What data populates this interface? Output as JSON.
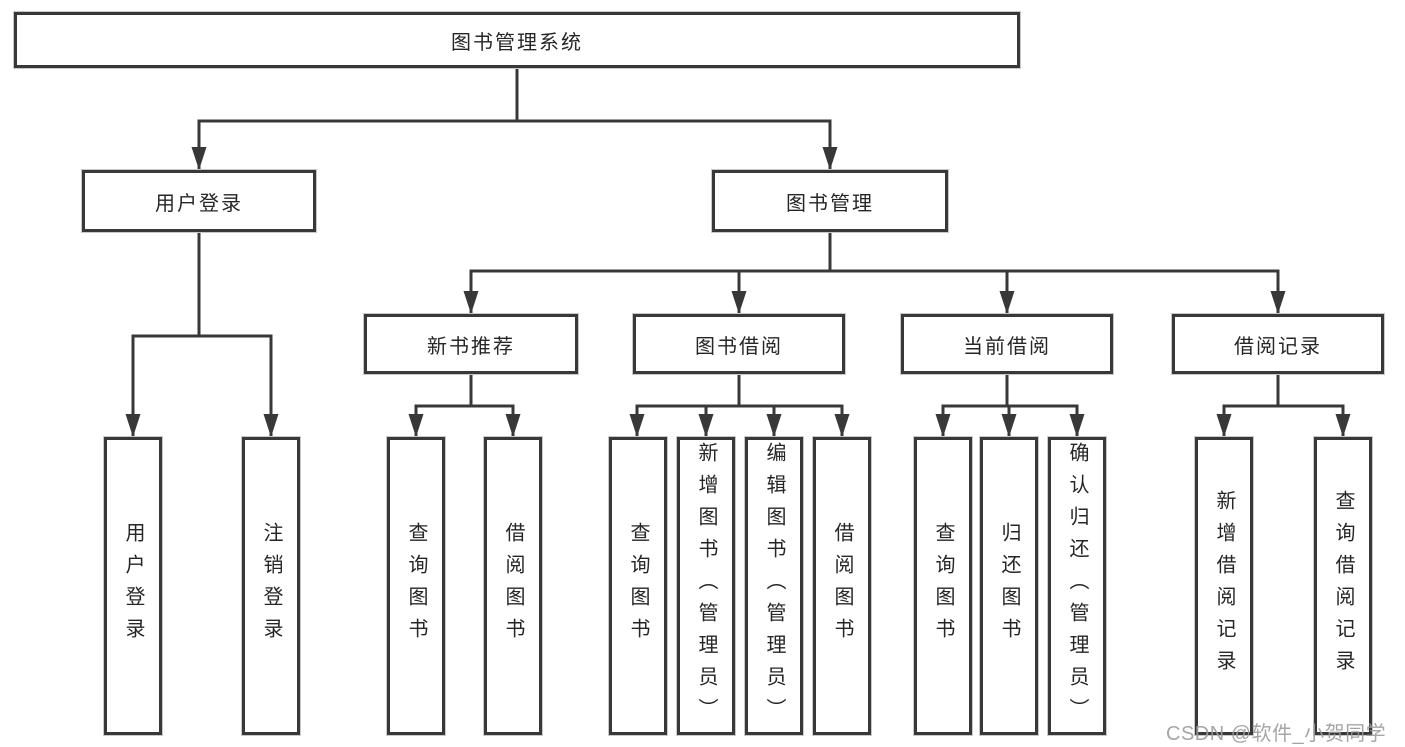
{
  "tree": {
    "label": "图书管理系统",
    "children": [
      {
        "label": "用户登录",
        "children": [
          {
            "label": "用户登录"
          },
          {
            "label": "注销登录"
          }
        ]
      },
      {
        "label": "图书管理",
        "children": [
          {
            "label": "新书推荐",
            "children": [
              {
                "label": "查询图书"
              },
              {
                "label": "借阅图书"
              }
            ]
          },
          {
            "label": "图书借阅",
            "children": [
              {
                "label": "查询图书"
              },
              {
                "label": "新增图书（管理员）"
              },
              {
                "label": "编辑图书（管理员）"
              },
              {
                "label": "借阅图书"
              }
            ]
          },
          {
            "label": "当前借阅",
            "children": [
              {
                "label": "查询图书"
              },
              {
                "label": "归还图书"
              },
              {
                "label": "确认归还（管理员）"
              }
            ]
          },
          {
            "label": "借阅记录",
            "children": [
              {
                "label": "新增借阅记录"
              },
              {
                "label": "查询借阅记录"
              }
            ]
          }
        ]
      }
    ]
  },
  "watermark": {
    "text": "CSDN @软件_小贺同学"
  },
  "colors": {
    "line": "#383838",
    "text": "#262626",
    "watermark": "#9c9c9c",
    "bg": "#ffffff"
  }
}
